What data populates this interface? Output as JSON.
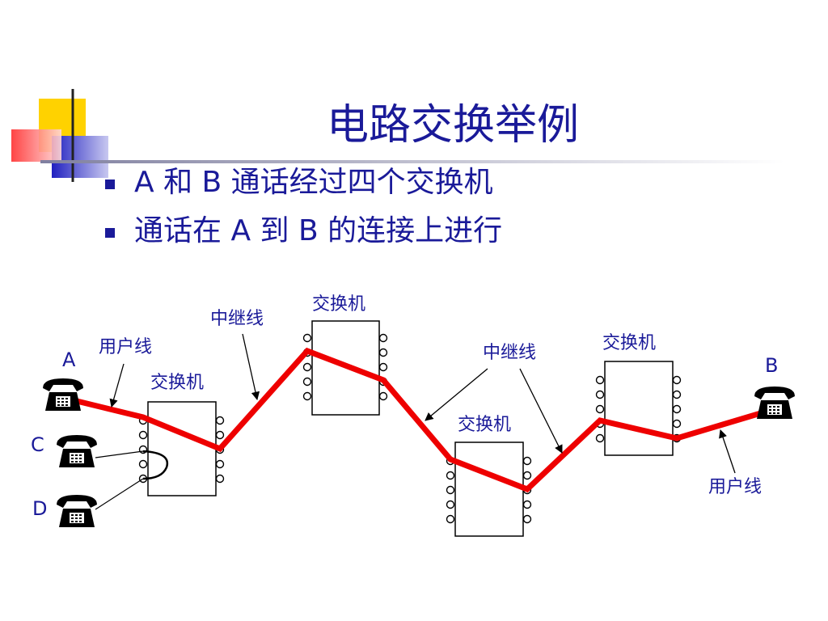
{
  "slide": {
    "title": "电路交换举例",
    "bullets": [
      "A 和 B 通话经过四个交换机",
      "通话在 A 到 B 的连接上进行"
    ]
  },
  "diagram": {
    "phones": {
      "a": "A",
      "b": "B",
      "c": "C",
      "d": "D"
    },
    "labels": {
      "subscriber_line_left": "用户线",
      "subscriber_line_right": "用户线",
      "trunk_line_left": "中继线",
      "trunk_line_middle": "中继线",
      "switch_1": "交换机",
      "switch_2": "交换机",
      "switch_3": "交换机",
      "switch_4": "交换机"
    },
    "colors": {
      "connection": "#ee0000",
      "text": "#1a1a99",
      "logo_yellow": "#ffd200",
      "logo_blue": "#3030cc",
      "logo_red": "#ff4040"
    }
  }
}
